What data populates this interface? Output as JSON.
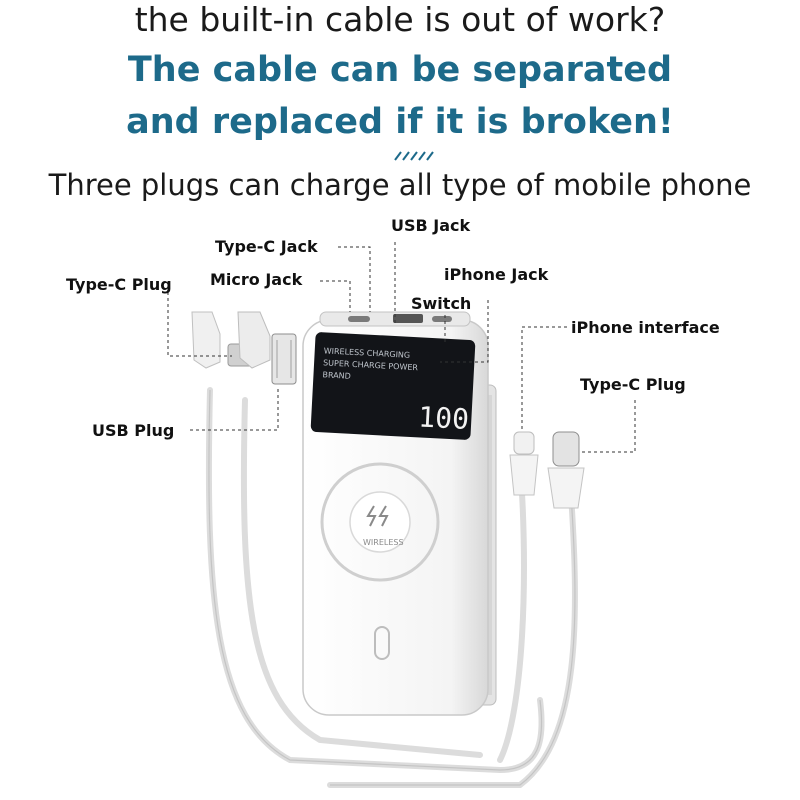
{
  "headline": {
    "line1": "the built-in cable is out of work?",
    "line2": "The cable can be separated",
    "line3": "and replaced if it is broken!",
    "subline": "Three plugs can charge all type of mobile phone"
  },
  "labels": {
    "type_c_jack": "Type-C Jack",
    "usb_jack": "USB Jack",
    "micro_jack": "Micro Jack",
    "iphone_jack": "iPhone Jack",
    "switch": "Switch",
    "type_c_plug_left": "Type-C Plug",
    "iphone_interface": "iPhone interface",
    "type_c_plug_right": "Type-C Plug",
    "usb_plug": "USB Plug"
  },
  "device": {
    "screen_line1": "WIRELESS CHARGING",
    "screen_line2": "SUPER CHARGE POWER",
    "screen_line3": "BRAND",
    "battery_display": "100",
    "coil_label": "WIRELESS"
  },
  "colors": {
    "accent": "#1d6a8a",
    "text": "#1a1a1a",
    "device_body": "#f7f7f7",
    "screen": "#121418",
    "coil_ring": "#cfcfcf"
  }
}
